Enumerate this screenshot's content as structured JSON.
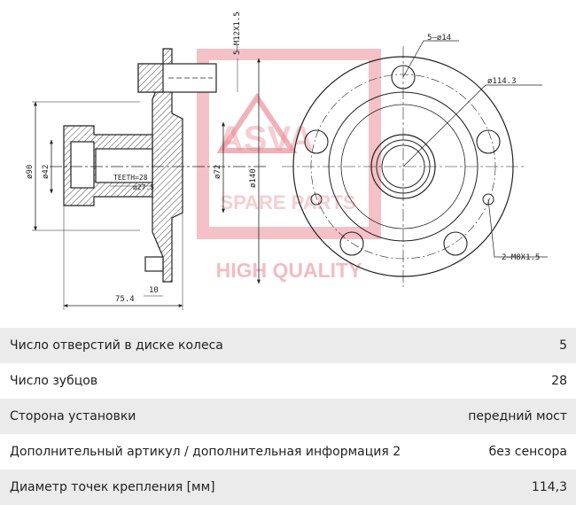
{
  "drawing": {
    "labels": {
      "stud_thread": "5–M12X1.5",
      "hole_count_dia": "5–ø14",
      "pcd": "ø114.3",
      "dia_90": "ø90",
      "dia_42": "ø42",
      "teeth": "TEETH=28",
      "spline_dia": "ø27.5",
      "dia_72": "ø72",
      "dia_140": "ø140",
      "length_75_4": "75.4",
      "flange_10": "10",
      "small_thread": "2–M8X1.5"
    },
    "watermark": {
      "brand_line1": "ASVA",
      "brand_line2": "SPARE PARTS",
      "tagline": "HIGH QUALITY",
      "color": "#e46a78"
    }
  },
  "specs": {
    "rows": [
      {
        "label": "Число отверстий в диске колеса",
        "value": "5"
      },
      {
        "label": "Число зубцов",
        "value": "28"
      },
      {
        "label": "Сторона установки",
        "value": "передний мост"
      },
      {
        "label": "Дополнительный артикул / дополнительная информация 2",
        "value": "без сенсора"
      },
      {
        "label": "Диаметр точек крепления [мм]",
        "value": "114,3"
      }
    ]
  }
}
